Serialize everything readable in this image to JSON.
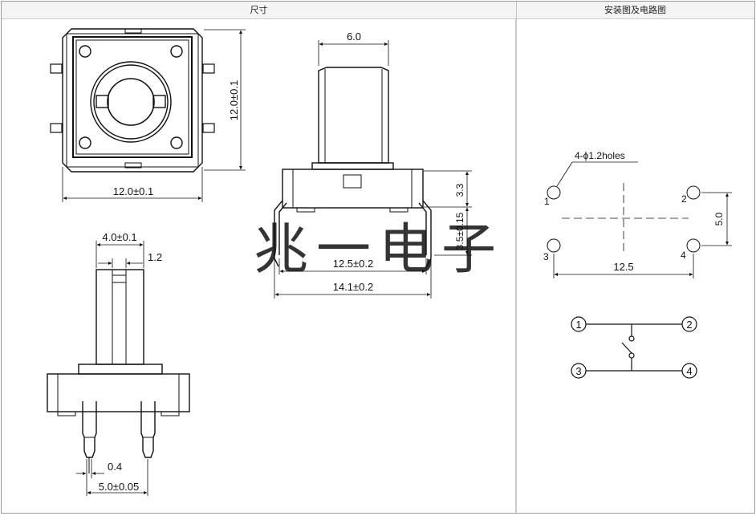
{
  "headers": {
    "left": "尺寸",
    "right": "安装图及电路图"
  },
  "dims": {
    "top_view_height": "12.0±0.1",
    "top_view_width": "12.0±0.1",
    "side_stem_width": "6.0",
    "side_body_height": "3.3",
    "side_pin_height": "3.5±0.15",
    "side_pin_span": "12.5±0.2",
    "side_total_width": "14.1±0.2",
    "front_stem": "4.0±0.1",
    "front_gap": "1.2",
    "front_pin_thick": "0.4",
    "front_pin_pitch": "5.0±0.05"
  },
  "mounting": {
    "holes_label": "4-ϕ1.2holes",
    "hole_numbers": [
      "1",
      "2",
      "3",
      "4"
    ],
    "vertical_dim": "5.0",
    "horizontal_dim": "12.5"
  },
  "circuit": {
    "pins": [
      "1",
      "2",
      "3",
      "4"
    ]
  },
  "watermark": "兆一电子",
  "colors": {
    "line": "#111111",
    "border": "#9a9a9a",
    "watermark": "#f2845a"
  }
}
